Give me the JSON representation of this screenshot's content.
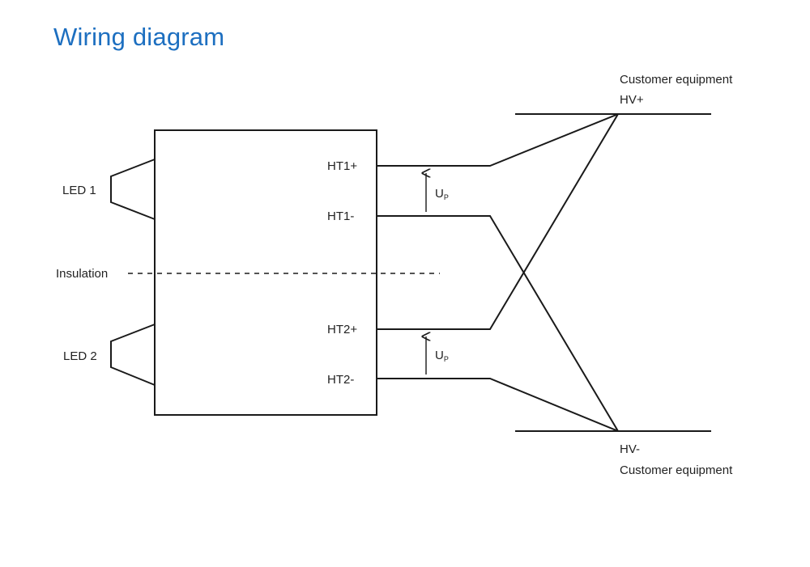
{
  "title": "Wiring diagram",
  "labels": {
    "led1": "LED 1",
    "led2": "LED 2",
    "insulation": "Insulation",
    "ht1_plus": "HT1+",
    "ht1_minus": "HT1-",
    "ht2_plus": "HT2+",
    "ht2_minus": "HT2-",
    "up_symbol": "U",
    "up_subscript": "P",
    "customer_top": "Customer equipment",
    "hv_plus": "HV+",
    "hv_minus": "HV-",
    "customer_bottom": "Customer equipment"
  },
  "colors": {
    "title": "#1d6fc0",
    "lines": "#1a1a1a"
  }
}
